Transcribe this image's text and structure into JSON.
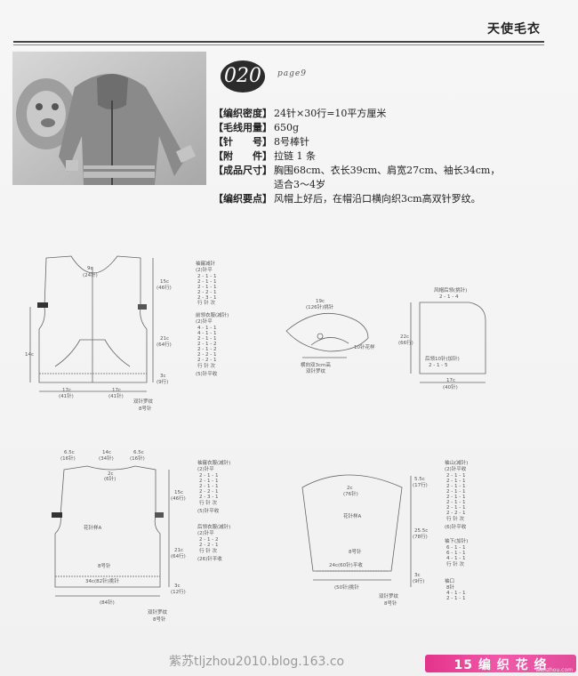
{
  "header": {
    "magazine_title": "天使毛衣"
  },
  "pattern": {
    "number": "020",
    "page_ref": "page9"
  },
  "specs": [
    {
      "label": "【编织密度】",
      "value": "24针×30行=10平方厘米"
    },
    {
      "label": "【毛线用量】",
      "value": "650g"
    },
    {
      "label": "【针　　号】",
      "value": "8号棒针"
    },
    {
      "label": "【附　　件】",
      "value": "拉链 1 条"
    },
    {
      "label": "【成品尺寸】",
      "value": "胸围68cm、衣长39cm、肩宽27cm、袖长34cm，适合3～4岁"
    },
    {
      "label": "【编织要点】",
      "value": "风帽上好后，在帽沿口横向织3cm高双针罗纹。"
    }
  ],
  "diagrams": {
    "front": {
      "neck_w": "9c",
      "neck_st": "(24针)",
      "h_15c": "15c",
      "h_15c_r": "(46行)",
      "h_21c": "21c",
      "h_21c_r": "(64行)",
      "h_3c": "3c",
      "h_3c_r": "(9行)",
      "side_14c": "14c",
      "w_17c": "17c",
      "st_41": "(41针)",
      "rib_label": "双针罗纹",
      "needle": "8号针",
      "armhole_title": "袖窿减针",
      "armhole_sub": "(2)针平",
      "armhole_rows": [
        "2 - 1 - 1",
        "2 - 1 - 1",
        "2 - 1 - 1",
        "2 - 2 - 1",
        "2 - 3 - 1"
      ],
      "armhole_end": "行 针 次",
      "neck_title": "前领衣服(减针)",
      "neck_sub": "(2)针平",
      "neck_rows": [
        "4 - 1 - 1",
        "4 - 1 - 1",
        "2 - 1 - 1",
        "2 - 1 - 2",
        "2 - 1 - 2",
        "2 - 2 - 1",
        "2 - 2 - 1"
      ],
      "neck_end": "行 针 次",
      "neck_cast": "(5)针平收"
    },
    "hood": {
      "w_19c": "19c",
      "st_126": "(126针)挑针",
      "side_label": "10针花样",
      "bottom_label": "横向双3cm高",
      "bottom_label2": "双针罗纹"
    },
    "hood_flat": {
      "top_label": "风帽后领(挑针)",
      "top_rows": "2 - 1 - 4",
      "side_22c": "22c",
      "side_r": "(66行)",
      "inc_label": "后领10针(加针)",
      "inc_rows": "2 - 1 - 5",
      "w_17c": "17c",
      "st_40": "(40针)"
    },
    "back": {
      "shoulder_l": "6.5c",
      "shoulder_st": "(16针)",
      "neck_w": "14c",
      "neck_st": "(34针)",
      "neck_h": "2c",
      "neck_h_st": "(6针)",
      "h_15c": "15c",
      "h_15c_r": "(46行)",
      "h_21c": "21c",
      "h_21c_r": "(64行)",
      "h_3c": "3c",
      "h_3c_r": "(12行)",
      "pattern_label": "花针样A",
      "needle": "8号针",
      "rib_w": "34c(82针)挑针",
      "bottom_st": "(84针)",
      "rib_label": "双针罗纹",
      "rib_needle": "8号针",
      "armhole_title": "袖窿衣服(减针)",
      "armhole_sub": "(2)针平",
      "armhole_rows": [
        "2 - 1 - 1",
        "2 - 1 - 1",
        "2 - 1 - 1",
        "2 - 2 - 1",
        "2 - 3 - 1"
      ],
      "armhole_end": "行 针 次",
      "armhole_cast": "(5)针平收",
      "backneck_title": "后领衣服(减针)",
      "backneck_sub": "(2)针平",
      "backneck_rows": [
        "2 - 1 - 2",
        "2 - 2 - 1"
      ],
      "backneck_end": "行 针 次",
      "backneck_cast": "(26)针平收"
    },
    "sleeve": {
      "top_w": "2c",
      "top_st": "(76针)",
      "h_55c": "5.5c",
      "h_55c_r": "(17行)",
      "h_255c": "25.5c",
      "h_255c_r": "(78行)",
      "h_3c": "3c",
      "h_3c_r": "(9行)",
      "pattern_label": "花针样A",
      "needle": "8号针",
      "cuff_w": "24c(60针)平收",
      "bottom_st": "(50针)挑针",
      "rib_label": "双针罗纹",
      "rib_needle": "8号针",
      "cap_title": "袖山(减针)",
      "cap_sub": "(2)针平收",
      "cap_rows": [
        "2 - 1 - 1",
        "2 - 1 - 1",
        "2 - 1 - 1",
        "2 - 1 - 1",
        "2 - 1 - 1",
        "2 - 1 - 1",
        "2 - 1 - 1",
        "2 - 2 - 1"
      ],
      "cap_end": "行 针 次",
      "cap_cast": "(6)针平收",
      "side_title": "袖下(加针)",
      "side_rows": [
        "6 - 1 - 1",
        "6 - 1 - 1",
        "4 - 1 - 1"
      ],
      "side_end": "行 针 次",
      "cuff_title": "袖口",
      "cuff_rows": [
        "8针",
        "4 - 1 - 1",
        "2 - 1 - 1"
      ]
    }
  },
  "footer": {
    "blog_url": "紫苏tljzhou2010.blog.163.co",
    "logo_text": "15 编 织 花 络",
    "logo_sub": "wenzhou.com"
  }
}
